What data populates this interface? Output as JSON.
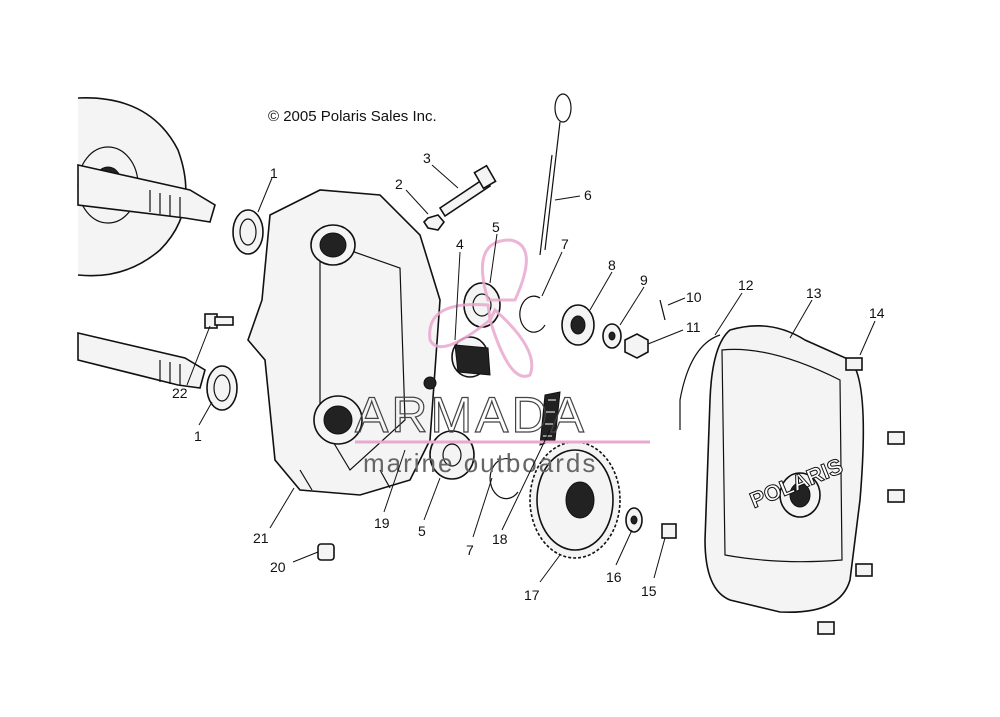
{
  "copyright": "© 2005 Polaris Sales Inc.",
  "watermark": {
    "brand": "ARMADA",
    "tagline": "marine outboards",
    "color": "#e9a8cf"
  },
  "cover_logo": "POLARIS",
  "callouts": [
    {
      "id": "1a",
      "text": "1"
    },
    {
      "id": "2",
      "text": "2"
    },
    {
      "id": "3",
      "text": "3"
    },
    {
      "id": "4",
      "text": "4"
    },
    {
      "id": "5a",
      "text": "5"
    },
    {
      "id": "6",
      "text": "6"
    },
    {
      "id": "7a",
      "text": "7"
    },
    {
      "id": "8",
      "text": "8"
    },
    {
      "id": "9",
      "text": "9"
    },
    {
      "id": "10",
      "text": "10"
    },
    {
      "id": "11",
      "text": "11"
    },
    {
      "id": "12",
      "text": "12"
    },
    {
      "id": "13",
      "text": "13"
    },
    {
      "id": "14",
      "text": "14"
    },
    {
      "id": "22",
      "text": "22"
    },
    {
      "id": "1b",
      "text": "1"
    },
    {
      "id": "21",
      "text": "21"
    },
    {
      "id": "19",
      "text": "19"
    },
    {
      "id": "5b",
      "text": "5"
    },
    {
      "id": "7b",
      "text": "7"
    },
    {
      "id": "18",
      "text": "18"
    },
    {
      "id": "20",
      "text": "20"
    },
    {
      "id": "17",
      "text": "17"
    },
    {
      "id": "16",
      "text": "16"
    },
    {
      "id": "15",
      "text": "15"
    }
  ]
}
